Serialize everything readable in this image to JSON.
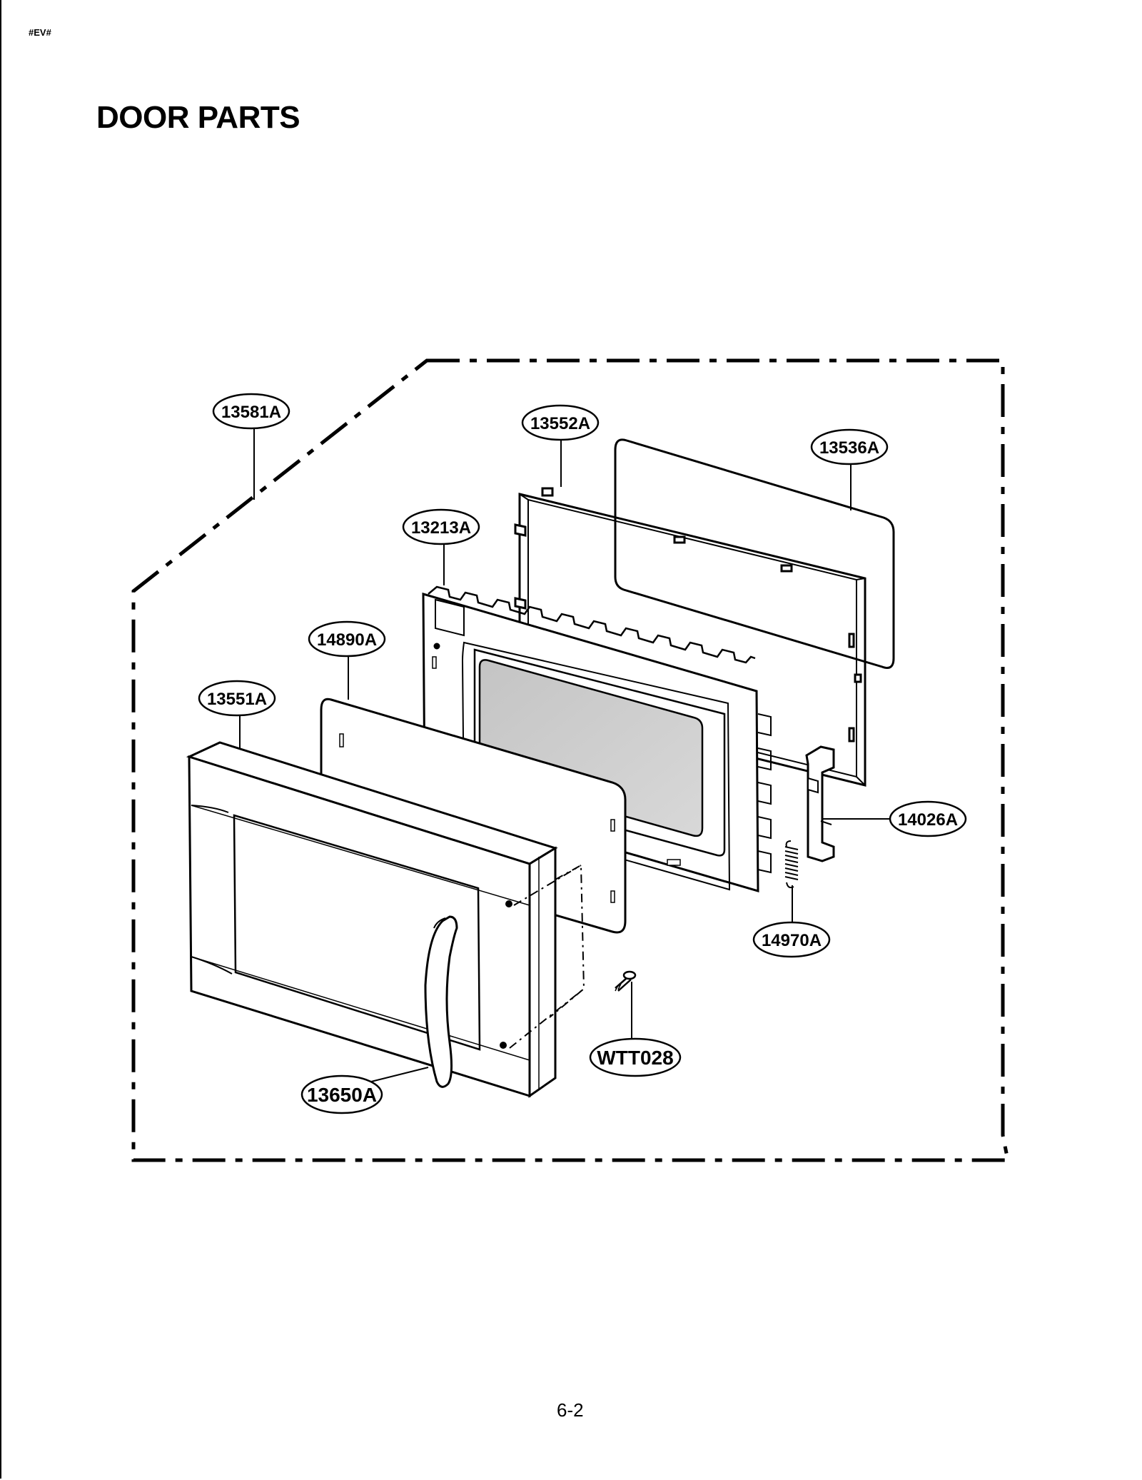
{
  "page": {
    "header_code": "#EV#",
    "title": "DOOR PARTS",
    "page_number": "6-2"
  },
  "diagram": {
    "callouts": [
      {
        "id": "13581A",
        "label": "13581A"
      },
      {
        "id": "13552A",
        "label": "13552A"
      },
      {
        "id": "13536A",
        "label": "13536A"
      },
      {
        "id": "13213A",
        "label": "13213A"
      },
      {
        "id": "14890A",
        "label": "14890A"
      },
      {
        "id": "13551A",
        "label": "13551A"
      },
      {
        "id": "14026A",
        "label": "14026A"
      },
      {
        "id": "14970A",
        "label": "14970A"
      },
      {
        "id": "WTT028",
        "label": "WTT028"
      },
      {
        "id": "13650A",
        "label": "13650A"
      }
    ]
  }
}
